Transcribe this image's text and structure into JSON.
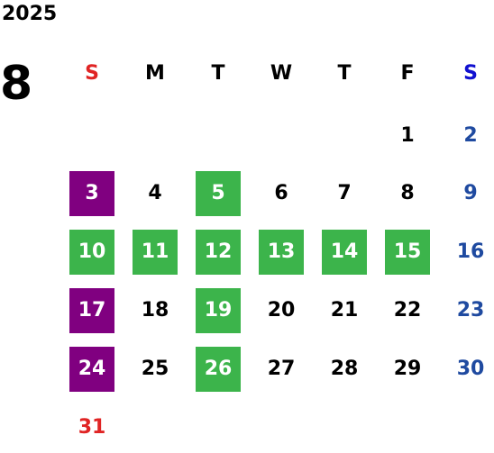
{
  "calendar": {
    "year": "2025",
    "month": "8",
    "weekdays": [
      "S",
      "M",
      "T",
      "W",
      "T",
      "F",
      "S"
    ],
    "weekday_colors": [
      "#e02424",
      "#000000",
      "#000000",
      "#000000",
      "#000000",
      "#000000",
      "#1010d0"
    ],
    "weeks": [
      [
        "",
        "",
        "",
        "",
        "",
        "1",
        "2"
      ],
      [
        "3",
        "4",
        "5",
        "6",
        "7",
        "8",
        "9"
      ],
      [
        "10",
        "11",
        "12",
        "13",
        "14",
        "15",
        "16"
      ],
      [
        "17",
        "18",
        "19",
        "20",
        "21",
        "22",
        "23"
      ],
      [
        "24",
        "25",
        "26",
        "27",
        "28",
        "29",
        "30"
      ],
      [
        "31",
        "",
        "",
        "",
        "",
        "",
        ""
      ]
    ],
    "highlights": {
      "3": "purple",
      "17": "purple",
      "24": "purple",
      "5": "green",
      "10": "green",
      "11": "green",
      "12": "green",
      "13": "green",
      "14": "green",
      "15": "green",
      "19": "green",
      "26": "green"
    },
    "colors": {
      "purple": "#800080",
      "green": "#3cb44b",
      "sunday_text": "#e02424",
      "saturday_text": "#1f4aa0"
    }
  }
}
